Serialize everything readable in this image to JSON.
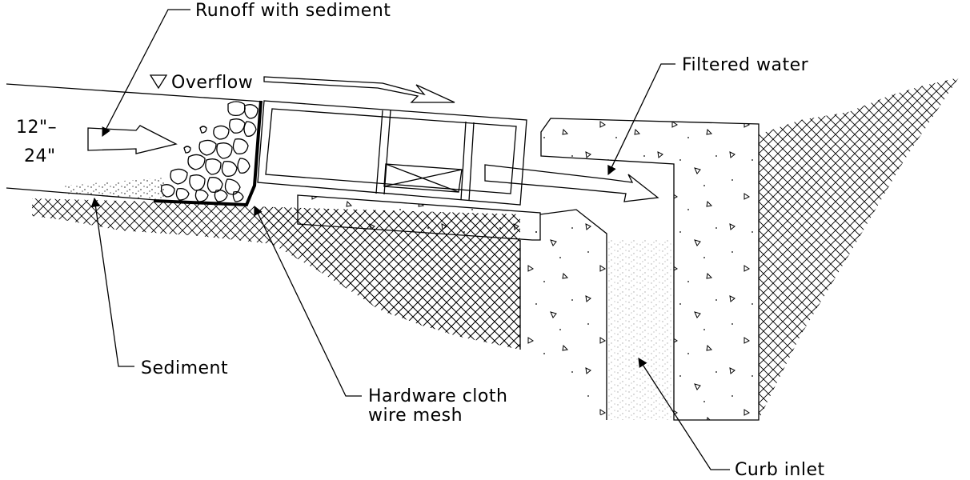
{
  "labels": {
    "runoff": "Runoff with sediment",
    "overflow": "Overflow",
    "depth_top": "12\"–",
    "depth_bottom": "24\"",
    "filtered": "Filtered water",
    "sediment": "Sediment",
    "hardware_line1": "Hardware cloth",
    "hardware_line2": "wire mesh",
    "curb_inlet": "Curb inlet"
  }
}
